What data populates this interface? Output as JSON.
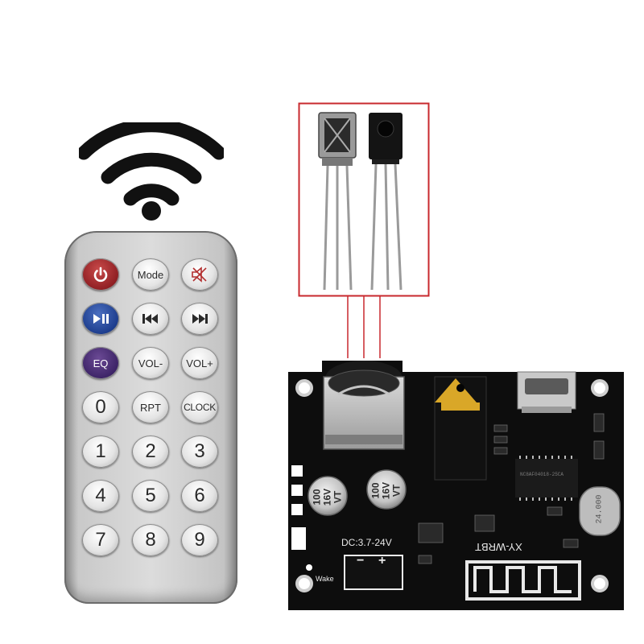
{
  "remote": {
    "buttons": {
      "power": "",
      "mode": "Mode",
      "mute": "",
      "play_pause": "",
      "prev": "",
      "next": "",
      "eq": "EQ",
      "vol_down": "VOL-",
      "vol_up": "VOL+",
      "zero": "0",
      "rpt": "RPT",
      "clock": "CLOCK",
      "one": "1",
      "two": "2",
      "three": "3",
      "four": "4",
      "five": "5",
      "six": "6",
      "seven": "7",
      "eight": "8",
      "nine": "9"
    }
  },
  "board": {
    "model": "XY-WRBT",
    "power_label": "DC:3.7-24V",
    "wake_label": "Wake",
    "minus": "−",
    "plus": "+",
    "capacitor_text": [
      "100",
      "16V",
      "VT"
    ],
    "chip_text": "NC8AF04018-25CA",
    "crystal_text": "24.000"
  },
  "colors": {
    "board": "#0d0d0d",
    "callout_frame": "#c8292e",
    "wifi_icon": "#111111",
    "remote_body": "#d3d3d3",
    "power_button": "#8e1e22",
    "play_button": "#1c3c8c",
    "eq_button": "#3c2366"
  },
  "icons": [
    "wifi-icon",
    "power-icon",
    "mute-icon",
    "play-pause-icon",
    "prev-icon",
    "next-icon"
  ]
}
